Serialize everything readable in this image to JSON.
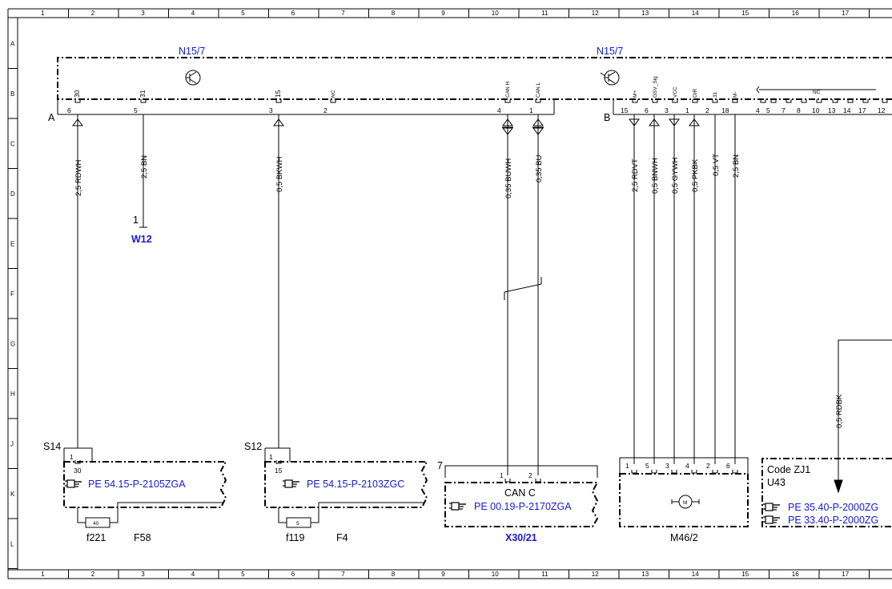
{
  "grid": {
    "columns": [
      "1",
      "2",
      "3",
      "4",
      "5",
      "6",
      "7",
      "8",
      "9",
      "10",
      "11",
      "12",
      "13",
      "14",
      "15",
      "16",
      "17"
    ],
    "rows": [
      "A",
      "B",
      "C",
      "D",
      "E",
      "F",
      "G",
      "H",
      "J",
      "K",
      "L"
    ]
  },
  "modules": {
    "n15_7_left": {
      "label": "N15/7",
      "connector": "A"
    },
    "n15_7_right": {
      "label": "N15/7",
      "connector": "B"
    }
  },
  "connector_a_pins": [
    {
      "name": "30",
      "num": "6",
      "wire": "2,5 RDWH"
    },
    {
      "name": "31",
      "num": "5",
      "wire": "2,5 BN"
    },
    {
      "name": "15",
      "num": "3",
      "wire": "0,5 BKWH"
    },
    {
      "name": "NC",
      "num": "2",
      "wire": ""
    },
    {
      "name": "CAN H",
      "num": "4",
      "wire": "0,35 BUWH"
    },
    {
      "name": "CAN L",
      "num": "1",
      "wire": "0,35 BU"
    }
  ],
  "connector_b_pins": [
    {
      "name": "M+",
      "num": "15",
      "wire": "2,5 RDVT"
    },
    {
      "name": "GSV_Sig",
      "num": "6",
      "wire": "0,5 BNWH"
    },
    {
      "name": "VCC",
      "num": "3",
      "wire": "0,5 GYWH"
    },
    {
      "name": "DIR",
      "num": "1",
      "wire": "0,5 PKBK"
    },
    {
      "name": "31",
      "num": "2",
      "wire": "0,5 VT"
    },
    {
      "name": "M-",
      "num": "18",
      "wire": "2,5 BN"
    }
  ],
  "connector_b_nc": {
    "label": "NC",
    "pins": [
      "4",
      "5",
      "7",
      "8",
      "10",
      "13",
      "14",
      "17",
      "12"
    ]
  },
  "ground_w12": {
    "pin": "1",
    "label": "W12"
  },
  "fuse_f58": {
    "splice": "S14",
    "pin_top": "1",
    "pin_mid": "30",
    "ref": "PE 54.15-P-2105ZGA",
    "fuse_value": "40",
    "fuse_id": "f221",
    "label": "F58"
  },
  "fuse_f4": {
    "splice": "S12",
    "pin_top": "1",
    "pin_mid": "15",
    "ref": "PE 54.15-P-2103ZGC",
    "fuse_value": "5",
    "fuse_id": "f119",
    "label": "F4"
  },
  "can_block": {
    "marker": "7",
    "pin1": "1",
    "pin2": "2",
    "title": "CAN C",
    "ref": "PE 00.19-P-2170ZGA",
    "label": "X30/21"
  },
  "motor_block": {
    "pins": [
      "1",
      "5",
      "3",
      "4",
      "2",
      "6"
    ],
    "motor_symbol": "M",
    "label": "M46/2"
  },
  "code_block": {
    "title": "Code ZJ1",
    "subtitle": "U43",
    "wire": "0,5 RDBK",
    "refs": [
      "PE 35.40-P-2000ZG",
      "PE 33.40-P-2000ZG"
    ]
  },
  "colors": {
    "link_blue": "#1a1acc",
    "line": "#000000"
  },
  "icons": {
    "ref_pointer": "hand-pointer-icon",
    "transistor": "transistor-icon",
    "motor": "motor-icon"
  }
}
